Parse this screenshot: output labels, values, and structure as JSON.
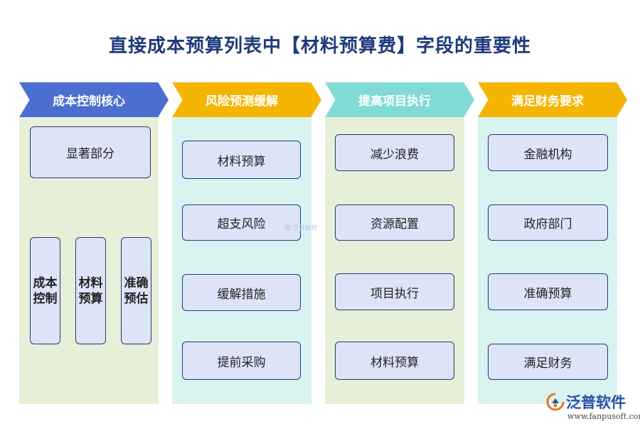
{
  "title": "直接成本预算列表中【材料预算费】字段的重要性",
  "columns": [
    {
      "header": "成本控制核心",
      "items": [
        "显著部分",
        "成本控制",
        "材料预算",
        "准确预估"
      ]
    },
    {
      "header": "风险预测缓解",
      "items": [
        "材料预算",
        "超支风险",
        "缓解措施",
        "提前采购"
      ]
    },
    {
      "header": "提高项目执行",
      "items": [
        "减少浪费",
        "资源配置",
        "项目执行",
        "材料预算"
      ]
    },
    {
      "header": "满足财务要求",
      "items": [
        "金融机构",
        "政府部门",
        "准确预算",
        "满足财务"
      ]
    }
  ],
  "colors": {
    "title": "#1d3a7a",
    "header_blue": "#4a6fd0",
    "header_yellow": "#f5b400",
    "header_teal": "#7fdbd4",
    "col_green": "#e6f0d8",
    "col_cyan": "#d9f3f0",
    "box_fill": "#dde4f7",
    "box_border": "#243a6e"
  },
  "watermark": "泛普软件",
  "logo": {
    "name": "泛普软件",
    "url": "www.fanpusoft.com"
  }
}
